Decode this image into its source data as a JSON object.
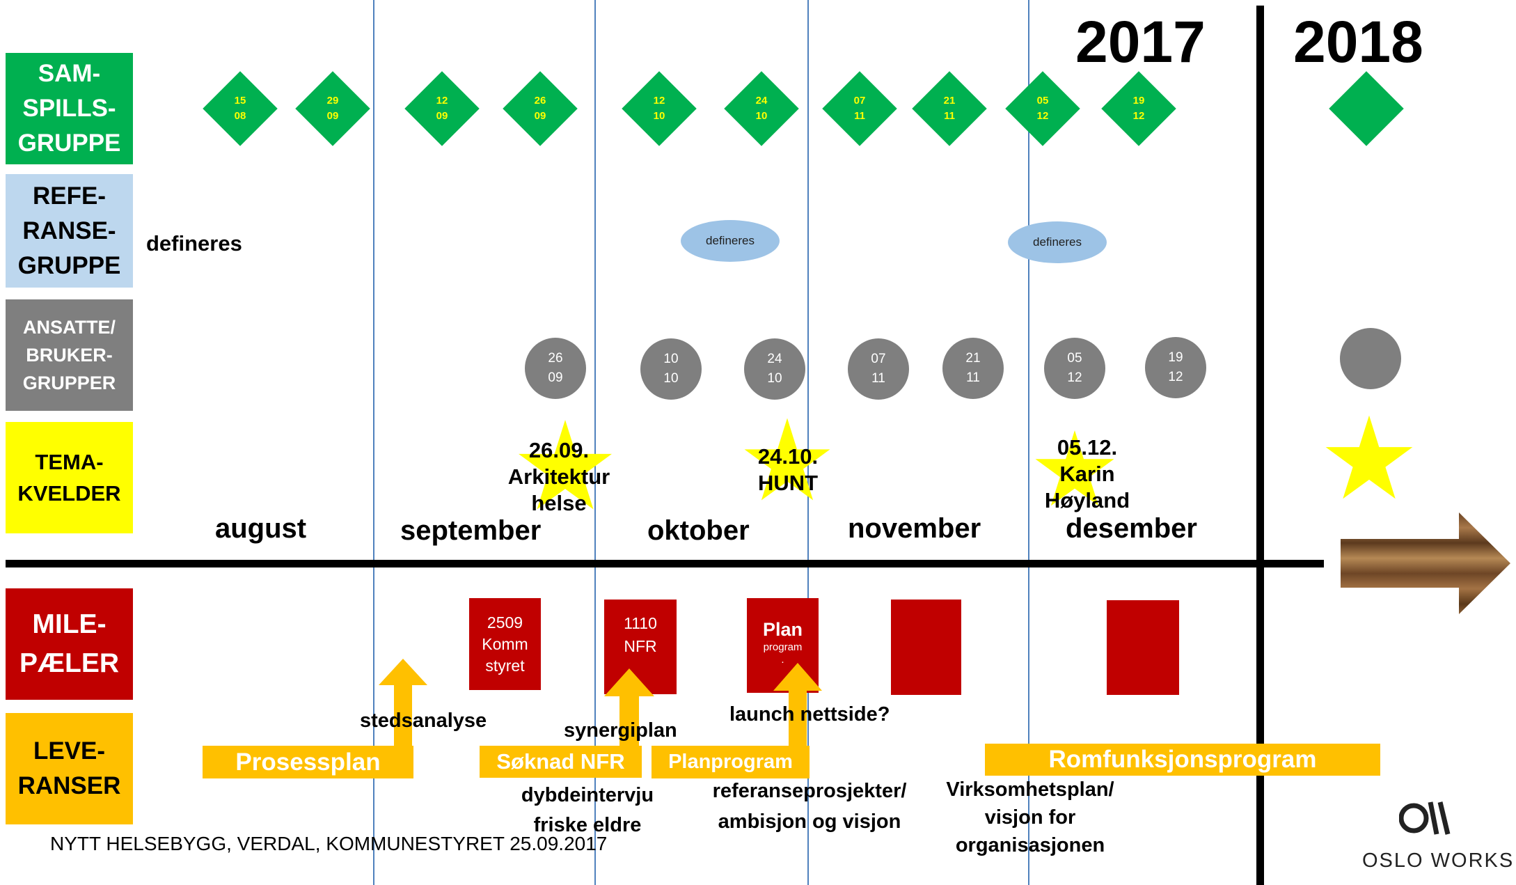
{
  "years": {
    "y2017": "2017",
    "y2018": "2018"
  },
  "rows": {
    "samspill": "SAM-\nSPILLS-\nGRUPPE",
    "referanse": "REFE-\nRANSE-\nGRUPPE",
    "ansatte": "ANSATTE/\nBRUKER-\nGRUPPER",
    "tema": "TEMA-\nKVELDER",
    "milepaeler": "MILE-\nPÆLER",
    "leveranser": "LEVE-\nRANSER"
  },
  "samspill_dates": [
    {
      "d": "15",
      "m": "08"
    },
    {
      "d": "29",
      "m": "09"
    },
    {
      "d": "12",
      "m": "09"
    },
    {
      "d": "26",
      "m": "09"
    },
    {
      "d": "12",
      "m": "10"
    },
    {
      "d": "24",
      "m": "10"
    },
    {
      "d": "07",
      "m": "11"
    },
    {
      "d": "21",
      "m": "11"
    },
    {
      "d": "05",
      "m": "12"
    },
    {
      "d": "19",
      "m": "12"
    }
  ],
  "referanse": {
    "defineres": "defineres",
    "bubble1": "defineres",
    "bubble2": "defineres"
  },
  "ansatte_dates": [
    {
      "d": "26",
      "m": "09"
    },
    {
      "d": "10",
      "m": "10"
    },
    {
      "d": "24",
      "m": "10"
    },
    {
      "d": "07",
      "m": "11"
    },
    {
      "d": "21",
      "m": "11"
    },
    {
      "d": "05",
      "m": "12"
    },
    {
      "d": "19",
      "m": "12"
    }
  ],
  "tema": {
    "t1": "26.09.\nArkitektur\nhelse",
    "t2": "24.10.\nHUNT",
    "t3": "05.12.\nKarin\nHøyland"
  },
  "months": [
    "august",
    "september",
    "oktober",
    "november",
    "desember"
  ],
  "milestones": {
    "m1": "2509\nKomm\nstyret",
    "m2": "1110\nNFR",
    "m3_title": "Plan",
    "m3_sub": "program\n."
  },
  "deliverables": {
    "prosessplan": "Prosessplan",
    "soknad": "Søknad NFR",
    "planprogram": "Planprogram",
    "romfunksjon": "Romfunksjonsprogram"
  },
  "notes": {
    "stedsanalyse": "stedsanalyse",
    "synergiplan": "synergiplan",
    "launch": "launch nettside?",
    "dybde": "dybdeintervju\nfriske eldre",
    "referanseprosjekter": "referanseprosjekter/\nambisjon og visjon",
    "virksomhetsplan": "Virksomhetsplan/\nvisjon for\norganisasjonen"
  },
  "footer": "NYTT HELSEBYGG, VERDAL, KOMMUNESTYRET 25.09.2017",
  "logo": {
    "text": "OSLO WORKS"
  },
  "colors": {
    "green": "#00b050",
    "lightblue": "#bdd7ee",
    "gray": "#7f7f7f",
    "yellow": "#ffff00",
    "red": "#c00000",
    "orange": "#ffc000",
    "blue_line": "#4f81bd",
    "ellipse": "#9dc3e6"
  }
}
